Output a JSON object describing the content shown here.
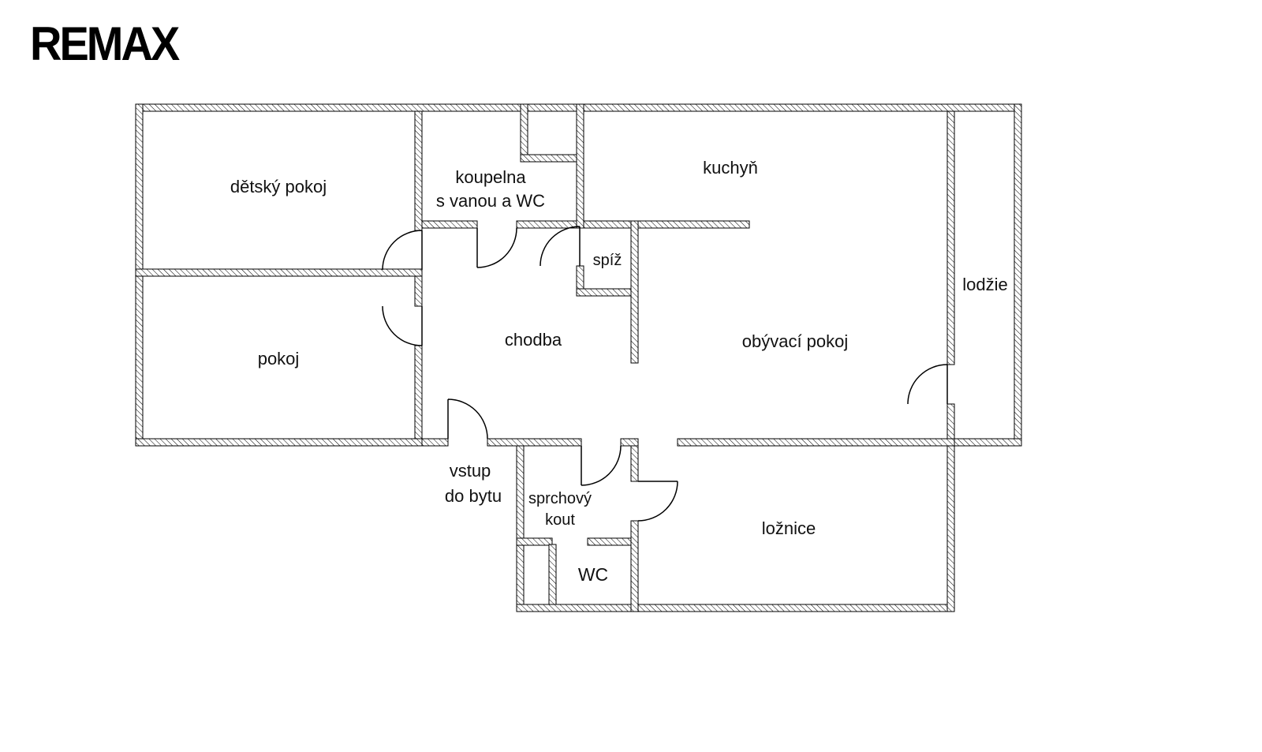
{
  "logo": {
    "text": "REMAX"
  },
  "rooms": {
    "detsky_pokoj": "dětský pokoj",
    "koupelna_line1": "koupelna",
    "koupelna_line2": "s vanou a WC",
    "kuchyn": "kuchyň",
    "lodzie": "lodžie",
    "spiz": "spíž",
    "chodba": "chodba",
    "obyvaci_pokoj": "obývací pokoj",
    "pokoj": "pokoj",
    "vstup_line1": "vstup",
    "vstup_line2": "do bytu",
    "sprchovy_kout_line1": "sprchový",
    "sprchovy_kout_line2": "kout",
    "wc": "WC",
    "loznice": "ložnice"
  },
  "colors": {
    "background": "#ffffff",
    "wall": "#000000",
    "text": "#111111"
  }
}
